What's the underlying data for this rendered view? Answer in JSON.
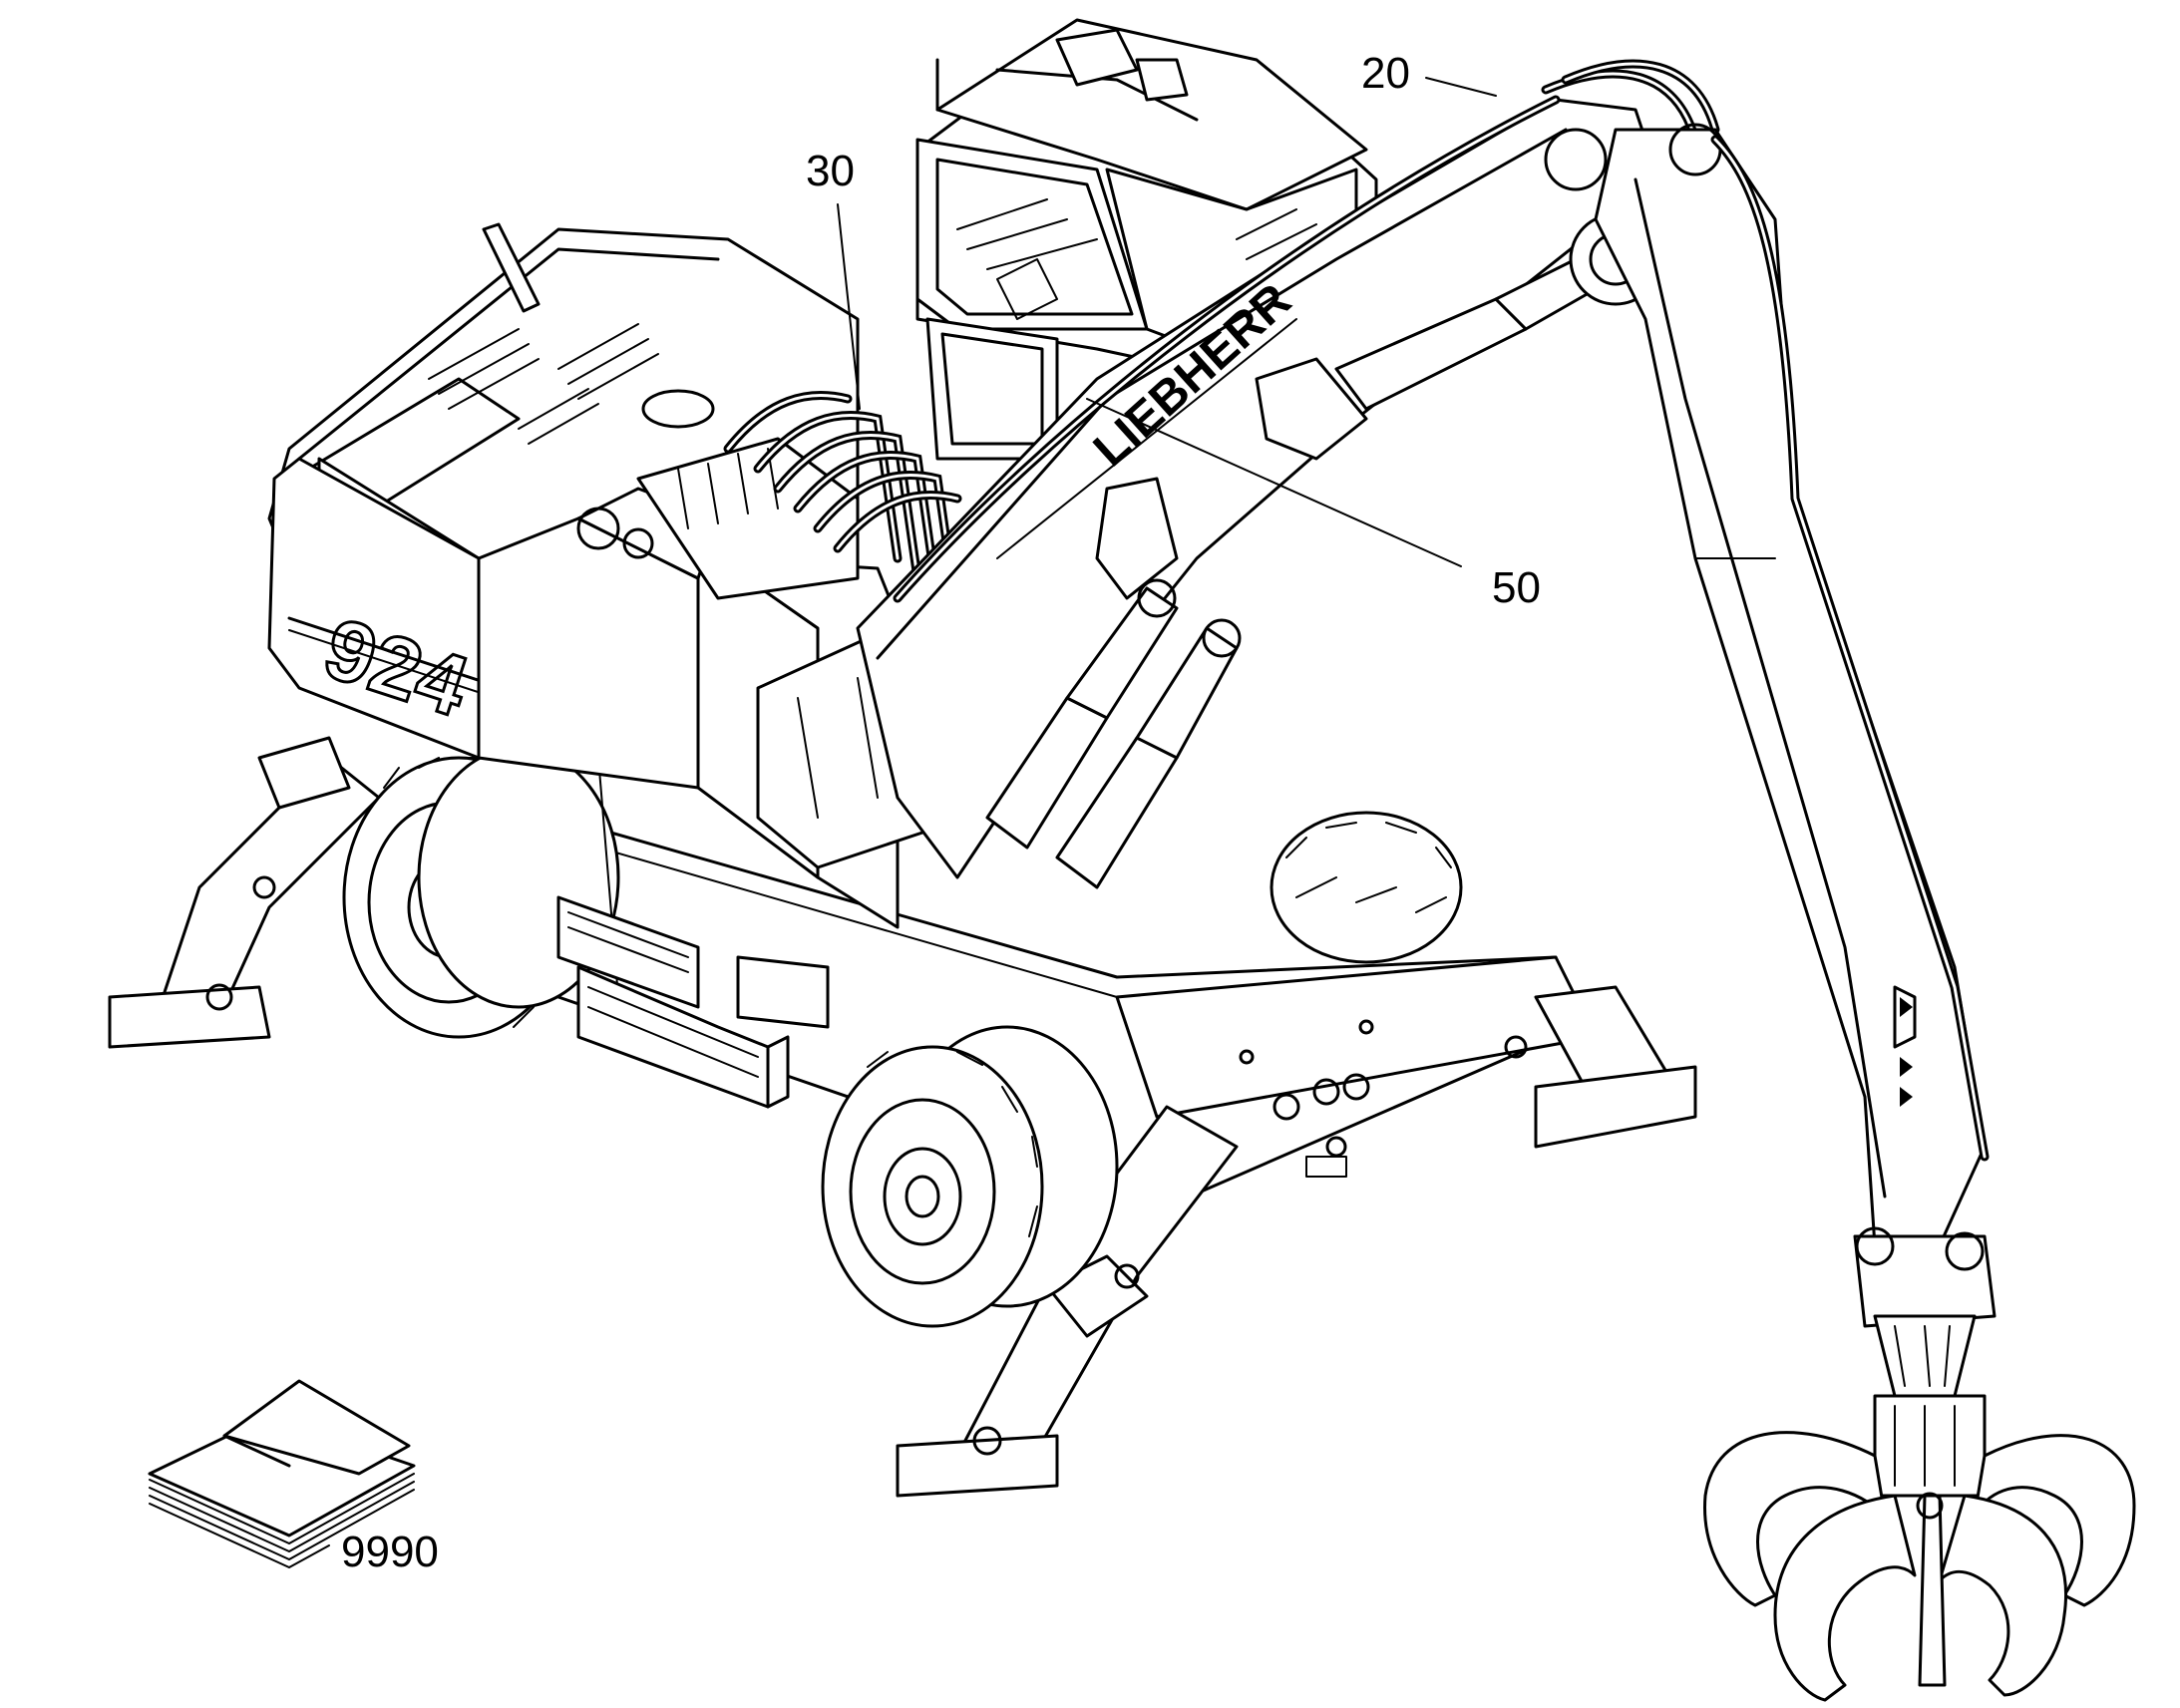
{
  "callouts": [
    {
      "id": "20",
      "label": "20"
    },
    {
      "id": "30",
      "label": "30"
    },
    {
      "id": "50",
      "label": "50"
    },
    {
      "id": "9990",
      "label": "9990"
    }
  ],
  "machine": {
    "brand_text": "LIEBHERR",
    "model_text": "924"
  },
  "colors": {
    "line": "#000000",
    "background": "#ffffff"
  },
  "icons": [
    "manual-book-icon"
  ]
}
